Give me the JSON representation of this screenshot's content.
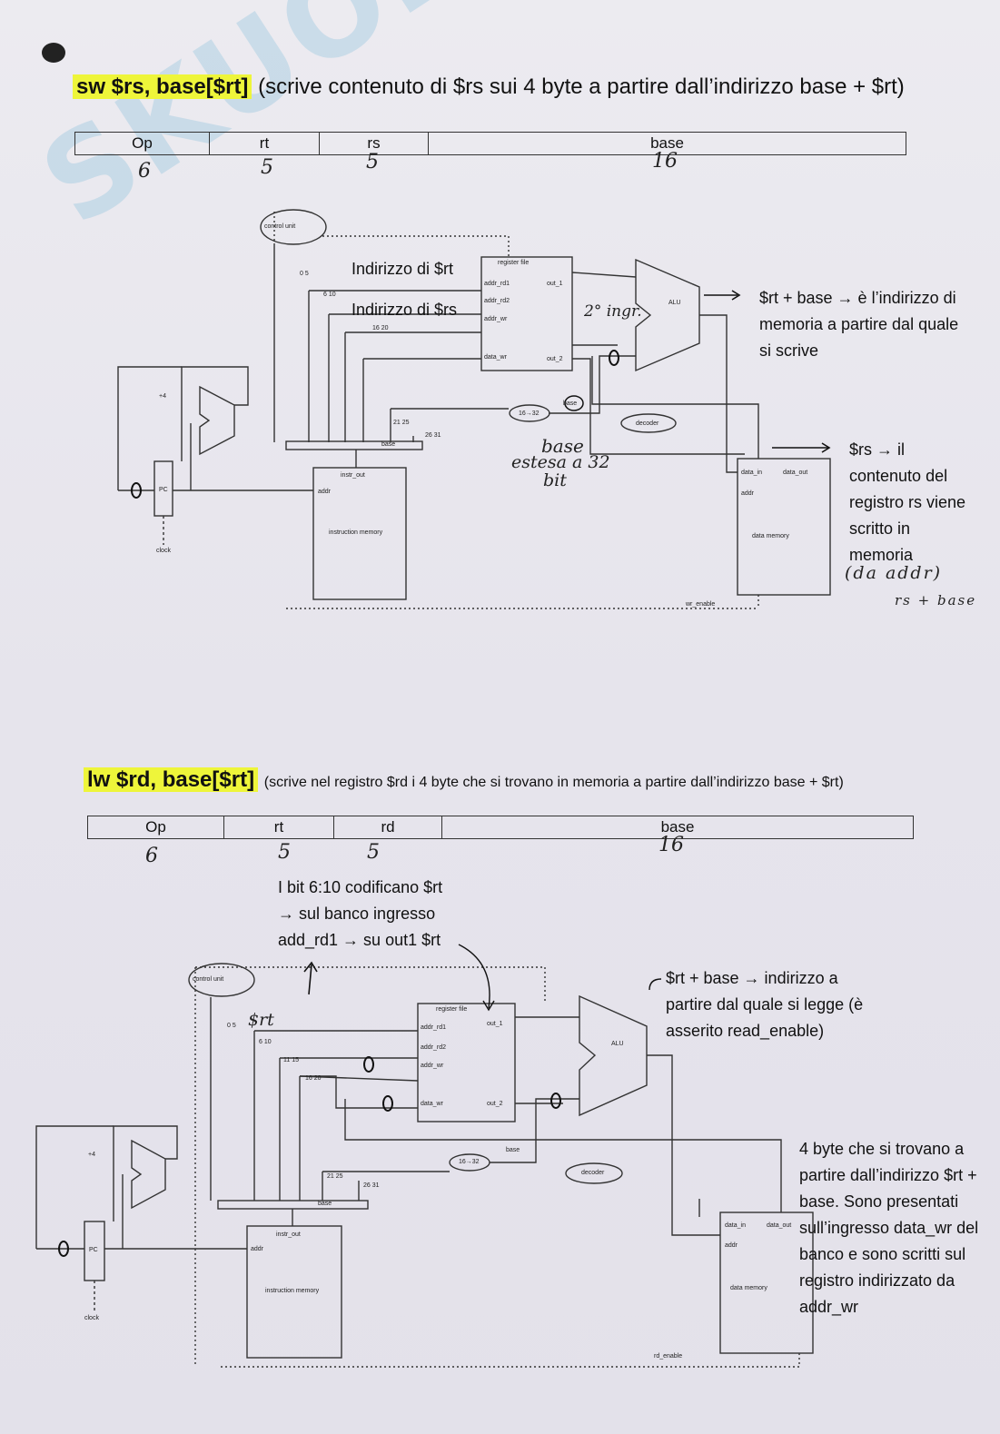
{
  "sw": {
    "instr": "sw $rs, base[$rt]",
    "desc": "(scrive contenuto di $rs sui 4 byte a partire dall’indirizzo base + $rt)",
    "fields": [
      "Op",
      "rt",
      "rs",
      "base"
    ],
    "sizes": [
      "6",
      "5",
      "5",
      "16"
    ],
    "label_rt_addr": "Indirizzo di $rt",
    "label_rs_addr": "Indirizzo di $rs",
    "note_alu_1": "$rt + base → è l’indirizzo di",
    "note_alu_2": "memoria a partire dal quale",
    "note_alu_3": "si scrive",
    "note_mem_1": "$rs → il",
    "note_mem_2": "contenuto del",
    "note_mem_3": "registro rs viene",
    "note_mem_4": "scritto in",
    "note_mem_5": "memoria",
    "hand_input": "2° ingr.",
    "hand_base": "base",
    "hand_extended": "estesa a 32",
    "hand_bit": "bit",
    "hand_addr": "(da addr)",
    "hand_sum": "rs + base"
  },
  "lw": {
    "instr": "lw $rd, base[$rt]",
    "desc": "(scrive nel registro $rd i 4 byte che si trovano in memoria a partire dall’indirizzo base + $rt)",
    "fields": [
      "Op",
      "rt",
      "rd",
      "base"
    ],
    "sizes": [
      "6",
      "5",
      "5",
      "16"
    ],
    "note_bits_1": "I bit 6:10 codificano $rt",
    "note_bits_2": "→ sul banco ingresso",
    "note_bits_3": "add_rd1 → su out1 $rt",
    "note_alu_1": "$rt + base → indirizzo a",
    "note_alu_2": "partire dal quale si legge (è",
    "note_alu_3": "asserito read_enable)",
    "note_mem_1": "4 byte che si trovano a",
    "note_mem_2": "partire dall’indirizzo $rt +",
    "note_mem_3": "base. Sono presentati",
    "note_mem_4": "sull’ingresso data_wr del",
    "note_mem_5": "banco e sono scritti sul",
    "note_mem_6": "registro indirizzato da",
    "note_mem_7": "addr_wr",
    "hand_rt": "$rt"
  },
  "diagram": {
    "control_unit": "control unit",
    "register_file": "register file",
    "addr_rd1": "addr_rd1",
    "addr_rd2": "addr_rd2",
    "addr_wr": "addr_wr",
    "data_wr": "data_wr",
    "out_1": "out_1",
    "out_2": "out_2",
    "alu": "ALU",
    "ext": "16→32",
    "decoder": "decoder",
    "data_in": "data_in",
    "data_out": "data_out",
    "addr": "addr",
    "data_memory": "data memory",
    "instr_out": "instr_out",
    "instruction_memory": "instruction memory",
    "pc": "PC",
    "clock": "clock",
    "plus4": "+4",
    "wr_enable": "wr_enable",
    "rd_enable": "rd_enable",
    "bits_0_5": "0 5",
    "bits_6_10": "6 10",
    "bits_11_15": "11 15",
    "bits_16_20": "16 20",
    "bits_21_25": "21 25",
    "bits_26_31": "26 31",
    "base": "base"
  },
  "watermark": "SKUOLA.NET",
  "colors": {
    "highlight": "#eef53a",
    "watermark": "#50aad2"
  }
}
